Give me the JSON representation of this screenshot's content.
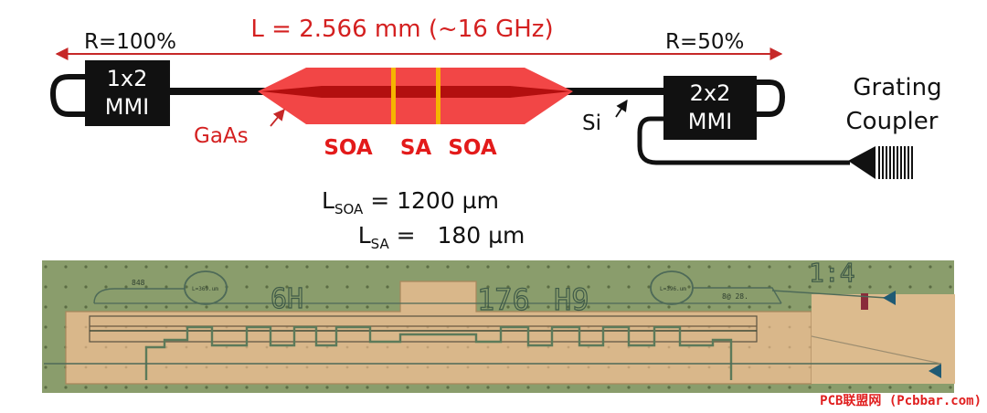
{
  "diagram": {
    "length_label": "L = 2.566 mm (~16 GHz)",
    "left_reflectivity": "R=100%",
    "right_reflectivity": "R=50%",
    "mmi_left": {
      "line1": "1x2",
      "line2": "MMI"
    },
    "mmi_right": {
      "line1": "2x2",
      "line2": "MMI"
    },
    "grating_line1": "Grating",
    "grating_line2": "Coupler",
    "material_gaas": "GaAs",
    "material_si": "Si",
    "section_soa_left": "SOA",
    "section_sa": "SA",
    "section_soa_right": "SOA",
    "lsoa_symbol": "L",
    "lsoa_sub": "SOA",
    "lsoa_value": " = 1200 µm",
    "lsa_symbol": "L",
    "lsa_sub": "SA",
    "lsa_value": " =   180 µm"
  },
  "micrograph": {
    "marking_6h": "6H",
    "marking_176": "176",
    "marking_h9": "H9",
    "marking_14": "1:4",
    "tiny_left": "848",
    "tiny_ring_left": "L=369.um",
    "tiny_ring_right": "L=396.um",
    "tiny_right": "8@ 28."
  },
  "watermark": "PCB联盟网 (Pcbbar.com)",
  "colors": {
    "red": "#d42020",
    "gain_red": "#f24646",
    "sa_yellow": "#f5b400",
    "waveguide": "#111111",
    "chip_green": "#8a9d6c",
    "gold": "#d9b78a"
  }
}
